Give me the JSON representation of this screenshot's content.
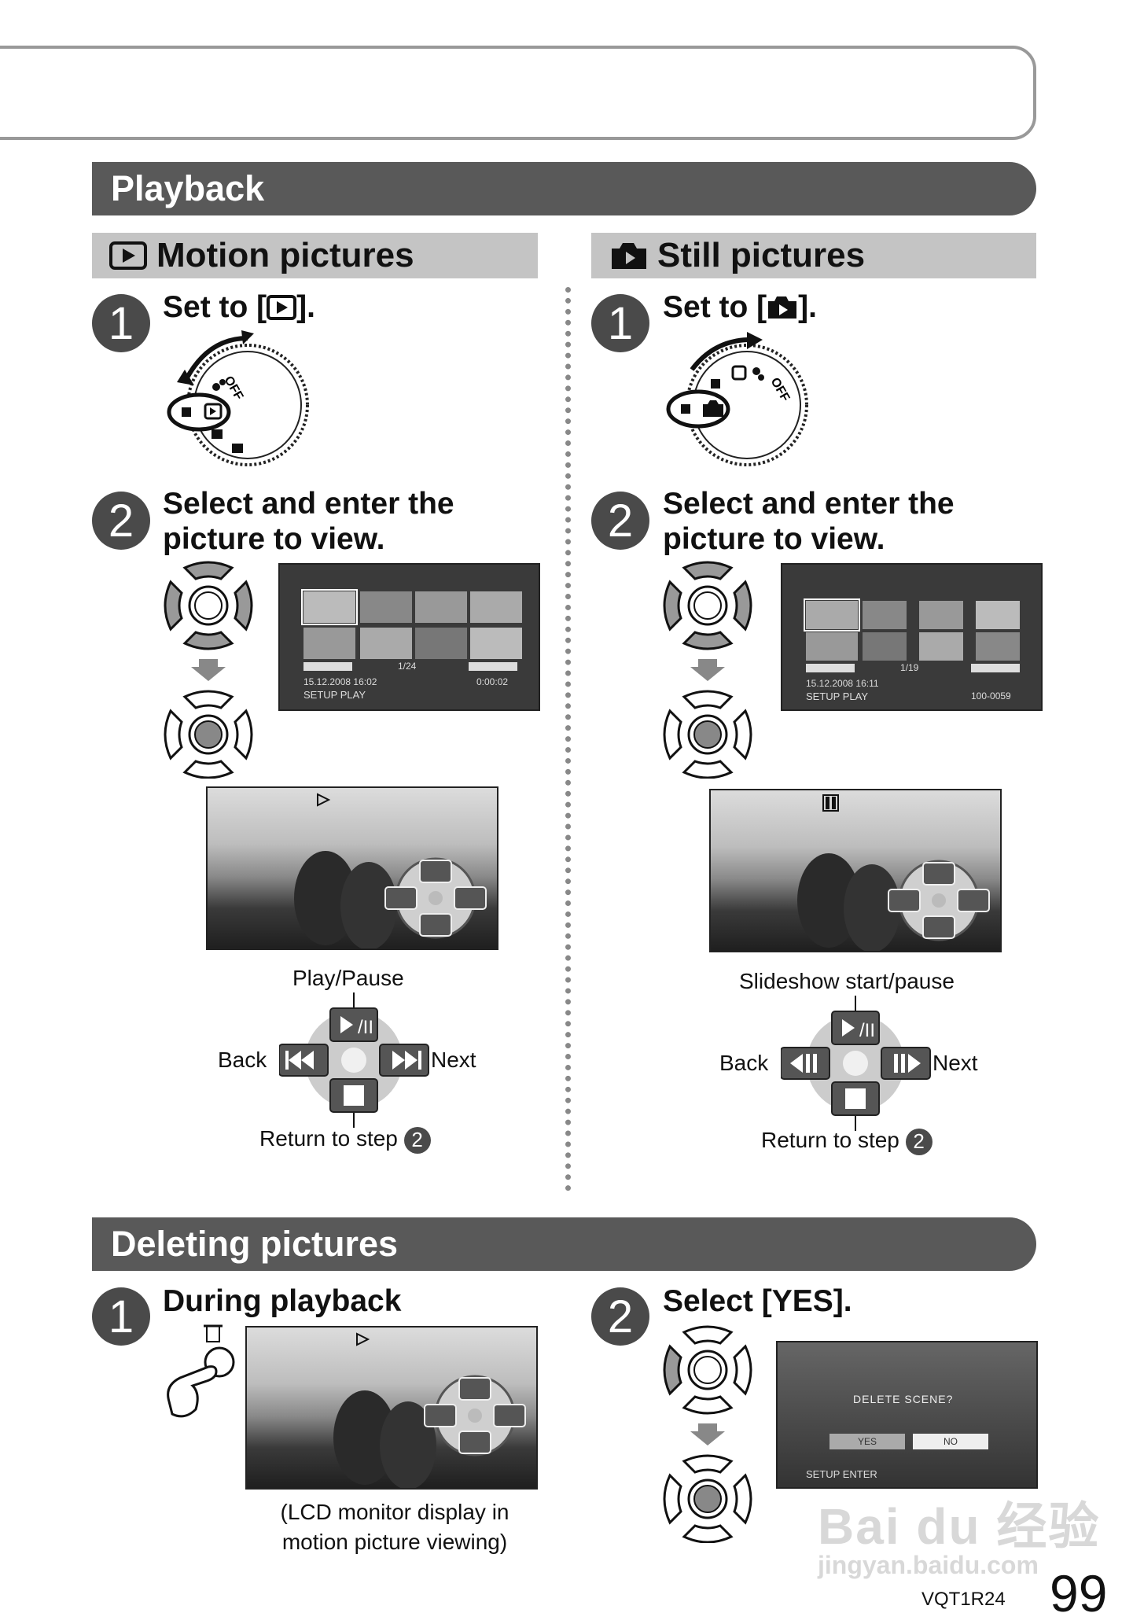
{
  "playback": {
    "header": "Playback",
    "motion": {
      "title": "Motion pictures",
      "step1": "Set to [",
      "step1_end": "].",
      "step2_line1": "Select and enter the",
      "step2_line2": "picture to view.",
      "dial_label": "OFF",
      "screen": {
        "counter": "1/24",
        "date": "15.12.2008  16:02",
        "time": "0:00:02",
        "footer": "SETUP     PLAY"
      },
      "controls": {
        "play_pause": "Play/Pause",
        "back": "Back",
        "next": "Next",
        "return": "Return to step",
        "return_num": "2"
      }
    },
    "still": {
      "title": "Still pictures",
      "step1": "Set to [",
      "step1_end": "].",
      "step2_line1": "Select and enter the",
      "step2_line2": "picture to view.",
      "dial_label": "OFF",
      "screen": {
        "counter": "1/19",
        "date": "15.12.2008  16:11",
        "file": "100-0059",
        "footer": "SETUP     PLAY"
      },
      "controls": {
        "play_pause": "Slideshow start/pause",
        "back": "Back",
        "next": "Next",
        "return": "Return to step",
        "return_num": "2"
      }
    },
    "step_numbers": [
      "1",
      "2"
    ]
  },
  "deleting": {
    "header": "Deleting pictures",
    "step1": "During playback",
    "step1_caption_line1": "(LCD monitor display in",
    "step1_caption_line2": "motion picture viewing)",
    "step2": "Select [YES].",
    "dialog": {
      "question": "DELETE SCENE?",
      "yes": "YES",
      "no": "NO",
      "footer": "SETUP     ENTER"
    }
  },
  "footer": {
    "code": "VQT1R24",
    "page": "99",
    "watermark": "Bai du 经验",
    "watermark_url": "jingyan.baidu.com"
  }
}
